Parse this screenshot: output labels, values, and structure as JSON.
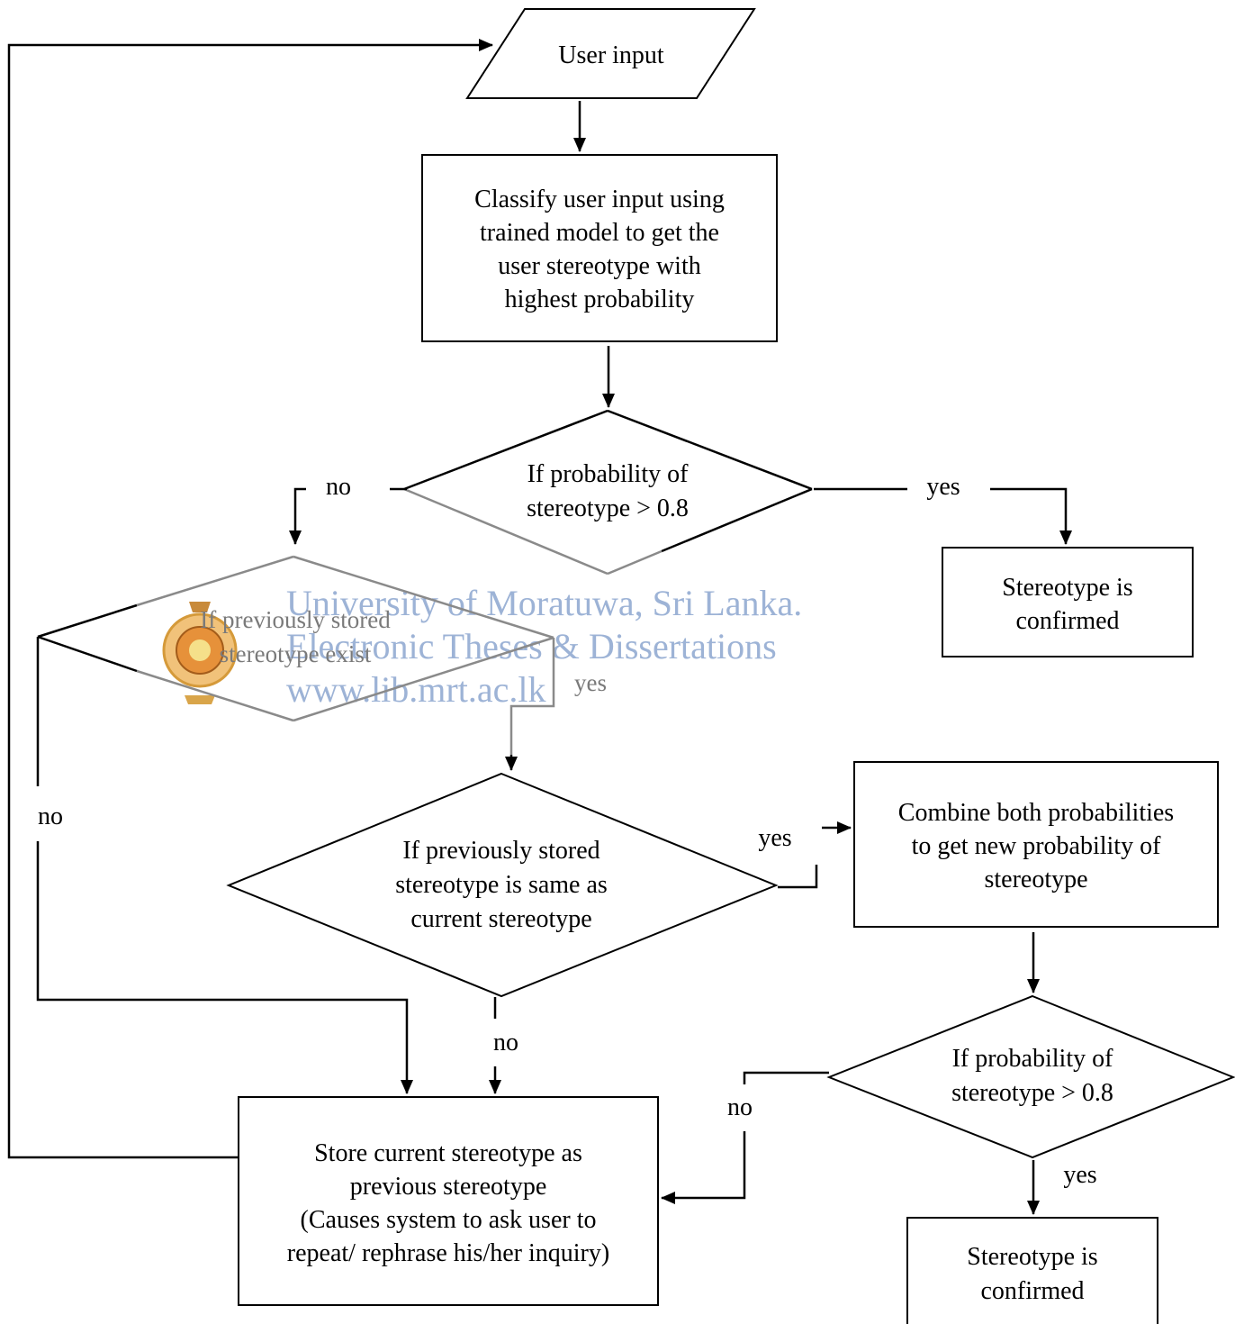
{
  "nodes": {
    "user_input": "User input",
    "classify": [
      "Classify user input using",
      "trained model to get the",
      "user stereotype with",
      "highest probability"
    ],
    "decision_probability_1": [
      "If probability of",
      "stereotype > 0.8"
    ],
    "confirmed_1": [
      "Stereotype is",
      "confirmed"
    ],
    "decision_exist": [
      "If previously stored",
      "stereotype exist"
    ],
    "decision_same": [
      "If previously stored",
      "stereotype is same as",
      "current stereotype"
    ],
    "combine": [
      "Combine both probabilities",
      "to get new probability of",
      "stereotype"
    ],
    "decision_probability_2": [
      "If probability of",
      "stereotype > 0.8"
    ],
    "store": [
      "Store current stereotype as",
      "previous stereotype",
      "(Causes system to ask user to",
      "repeat/ rephrase his/her inquiry)"
    ],
    "confirmed_2": [
      "Stereotype is",
      "confirmed"
    ]
  },
  "edge_labels": {
    "d1_no": "no",
    "d1_yes": "yes",
    "exist_yes": "yes",
    "exist_no": "no",
    "same_yes": "yes",
    "same_no": "no",
    "d2_no": "no",
    "d2_yes": "yes"
  },
  "watermark": {
    "line1": "University of Moratuwa, Sri Lanka.",
    "line2": "Electronic Theses & Dissertations",
    "line3": "www.lib.mrt.ac.lk"
  }
}
